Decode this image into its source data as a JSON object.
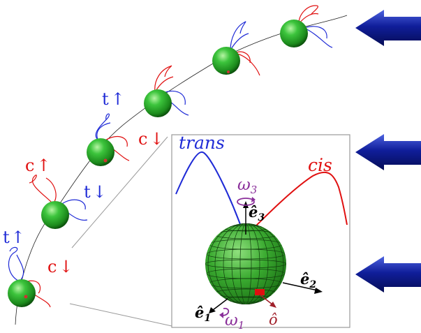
{
  "labels": {
    "t": "t",
    "c": "c",
    "up_arrow": "↑",
    "down_arrow": "↓",
    "trans": "trans",
    "cis": "cis",
    "omega": "ω",
    "omega1_sub": "1",
    "omega3_sub": "3",
    "e_hat": "ê",
    "e1_sub": "1",
    "e2_sub": "2",
    "e3_sub": "3",
    "o_hat": "ô"
  },
  "colors": {
    "blue": "#1f2bd6",
    "red": "#e01010",
    "purple": "#8a2f9a",
    "dark_red": "#a0202a",
    "sphere": "#2aa32a",
    "arrow": "#0a1a8a"
  },
  "icons": [
    "large-arrow-icon",
    "bead-sphere-icon"
  ]
}
